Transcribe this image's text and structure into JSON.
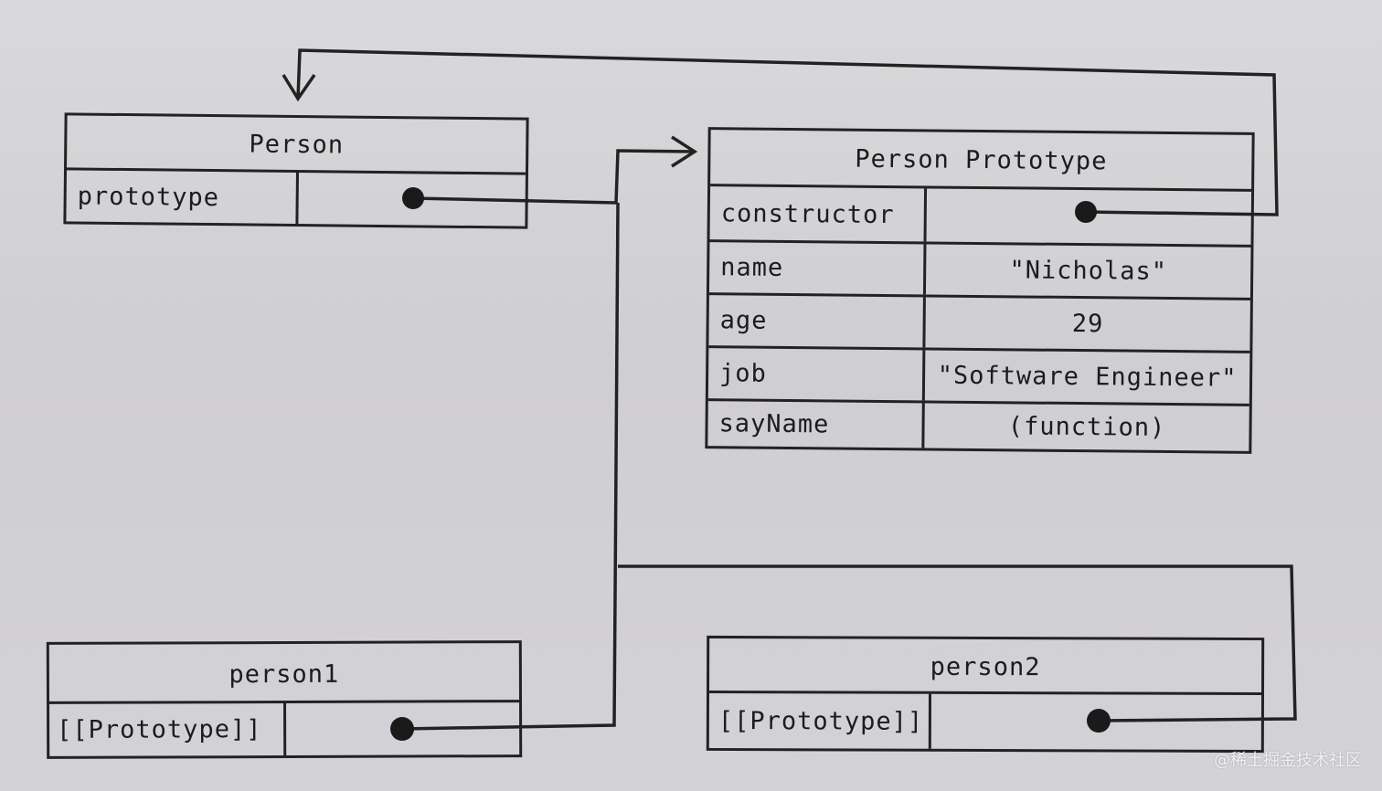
{
  "person": {
    "title": "Person",
    "rows": [
      {
        "key": "prototype",
        "value": ""
      }
    ]
  },
  "person_prototype": {
    "title": "Person Prototype",
    "rows": [
      {
        "key": "constructor",
        "value": ""
      },
      {
        "key": "name",
        "value": "\"Nicholas\""
      },
      {
        "key": "age",
        "value": "29"
      },
      {
        "key": "job",
        "value": "\"Software Engineer\""
      },
      {
        "key": "sayName",
        "value": "(function)"
      }
    ]
  },
  "person1": {
    "title": "person1",
    "rows": [
      {
        "key": "[[Prototype]]",
        "value": ""
      }
    ]
  },
  "person2": {
    "title": "person2",
    "rows": [
      {
        "key": "[[Prototype]]",
        "value": ""
      }
    ]
  },
  "watermark": "@稀土掘金技术社区",
  "colors": {
    "ink": "#222222",
    "paper": "#d6d5d8"
  }
}
